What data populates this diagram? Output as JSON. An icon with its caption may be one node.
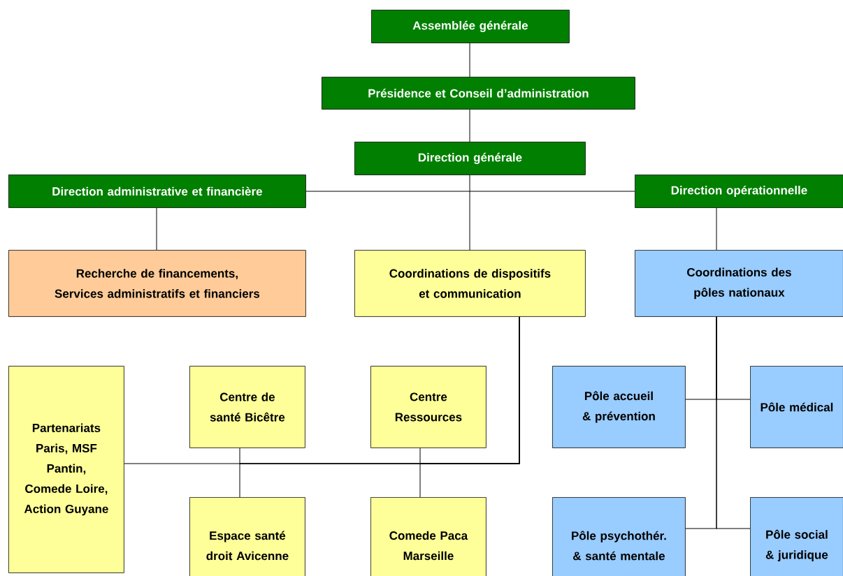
{
  "diagram": {
    "nodes": [
      {
        "text": [
          "Assemblée générale"
        ]
      },
      {
        "text": [
          "Présidence et Conseil d’administration"
        ]
      },
      {
        "text": [
          "Direction générale"
        ]
      },
      {
        "text": [
          "Direction administrative et financière"
        ]
      },
      {
        "text": [
          "Direction opérationnelle"
        ]
      },
      {
        "text": [
          "Recherche de financements, Services administratifs et financiers"
        ]
      },
      {
        "text": [
          "Coordinations de dispositifs et communication"
        ]
      },
      {
        "text": [
          "Coordinations des pôles nationaux"
        ]
      },
      {
        "text": [
          "Partenariats Paris, MSF Pantin, Comede Loire, Action Guyane"
        ]
      },
      {
        "text": [
          "Centre de santé Bicêtre"
        ]
      },
      {
        "text": [
          "Centre Ressources"
        ]
      },
      {
        "text": [
          "Pôle accueil & prévention"
        ]
      },
      {
        "text": [
          "Pôle médical"
        ]
      },
      {
        "text": [
          "Espace santé droit Avicenne"
        ]
      },
      {
        "text": [
          "Comede Paca Marseille"
        ]
      },
      {
        "text": [
          "Pôle psychothér. & santé mentale"
        ]
      },
      {
        "text": [
          "Pôle social & juridique"
        ]
      }
    ],
    "edges": [
      {
        "from": 0,
        "to": 1,
        "arrow": "none"
      },
      {
        "from": 1,
        "to": 2,
        "arrow": "none"
      },
      {
        "from": 2,
        "to": 6,
        "arrow": "none"
      },
      {
        "from": 3,
        "to": 4,
        "arrow": "none"
      },
      {
        "from": 3,
        "to": 5,
        "arrow": "none"
      },
      {
        "from": 4,
        "to": 7,
        "arrow": "none"
      },
      {
        "from": 6,
        "to": 8,
        "arrow": "none"
      },
      {
        "from": 6,
        "to": 9,
        "arrow": "none"
      },
      {
        "from": 6,
        "to": 13,
        "arrow": "none"
      },
      {
        "from": 6,
        "to": 10,
        "arrow": "none"
      },
      {
        "from": 6,
        "to": 14,
        "arrow": "none"
      },
      {
        "from": 7,
        "to": 11,
        "arrow": "none"
      },
      {
        "from": 7,
        "to": 12,
        "arrow": "none"
      },
      {
        "from": 7,
        "to": 15,
        "arrow": "none"
      },
      {
        "from": 7,
        "to": 16,
        "arrow": "none"
      }
    ]
  }
}
